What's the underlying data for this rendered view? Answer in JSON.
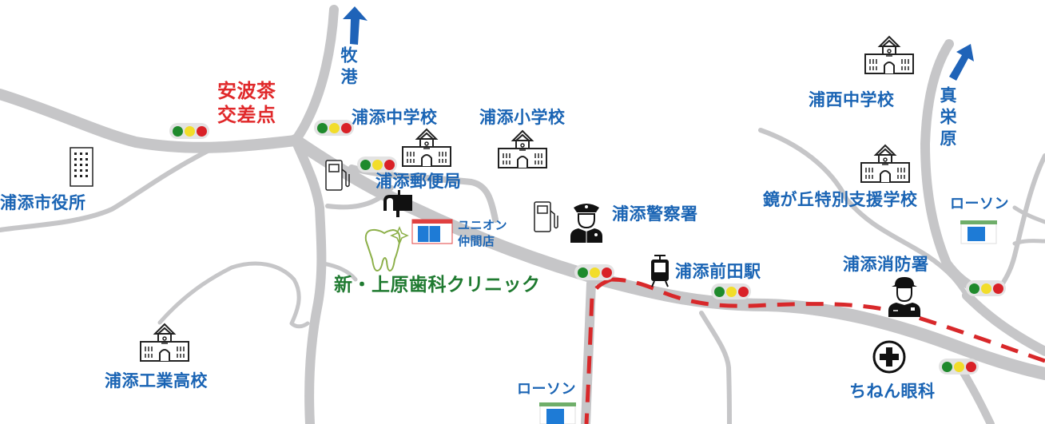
{
  "map": {
    "colors": {
      "road": "#c6c6c8",
      "route_dash": "#d8282a",
      "label_blue": "#1a64b4",
      "label_red": "#e0282a",
      "label_green": "#1f7a30",
      "arrow_blue": "#1f63b8",
      "tooth_outline": "#8db04a"
    },
    "directions": [
      {
        "label": "牧港",
        "icon": "arrow-up-icon"
      },
      {
        "label": "真栄原",
        "icon": "arrow-up-right-icon"
      }
    ],
    "intersection": {
      "line1": "安波茶",
      "line2": "交差点"
    },
    "destination": {
      "name": "新・上原歯科クリニック",
      "icon": "tooth-icon"
    },
    "landmarks": [
      {
        "id": "city-hall",
        "label": "浦添市役所",
        "icon": "office-building-icon"
      },
      {
        "id": "urasoe-jhs",
        "label": "浦添中学校",
        "icon": "school-icon"
      },
      {
        "id": "urasoe-es",
        "label": "浦添小学校",
        "icon": "school-icon"
      },
      {
        "id": "post-office",
        "label": "浦添郵便局",
        "icon": "mailbox-icon"
      },
      {
        "id": "union",
        "label_line1": "ユニオン",
        "label_line2": "仲間店",
        "icon": "store-icon"
      },
      {
        "id": "police",
        "label": "浦添警察署",
        "icon": "police-officer-icon"
      },
      {
        "id": "station",
        "label": "浦添前田駅",
        "icon": "monorail-train-icon"
      },
      {
        "id": "uranishi-jhs",
        "label": "浦西中学校",
        "icon": "school-icon"
      },
      {
        "id": "kagamigaoka",
        "label": "鏡が丘特別支援学校",
        "icon": "school-icon"
      },
      {
        "id": "lawson-ne",
        "label": "ローソン",
        "icon": "convenience-store-icon"
      },
      {
        "id": "fire-station",
        "label": "浦添消防署",
        "icon": "firefighter-icon"
      },
      {
        "id": "chinen-eye",
        "label": "ちねん眼科",
        "icon": "medical-cross-icon"
      },
      {
        "id": "technical-hs",
        "label": "浦添工業高校",
        "icon": "school-icon"
      },
      {
        "id": "lawson-s",
        "label": "ローソン",
        "icon": "convenience-store-icon"
      }
    ],
    "gas_stations": 2,
    "traffic_lights": 7,
    "traffic_light_colors": [
      "green",
      "yellow",
      "red"
    ]
  }
}
